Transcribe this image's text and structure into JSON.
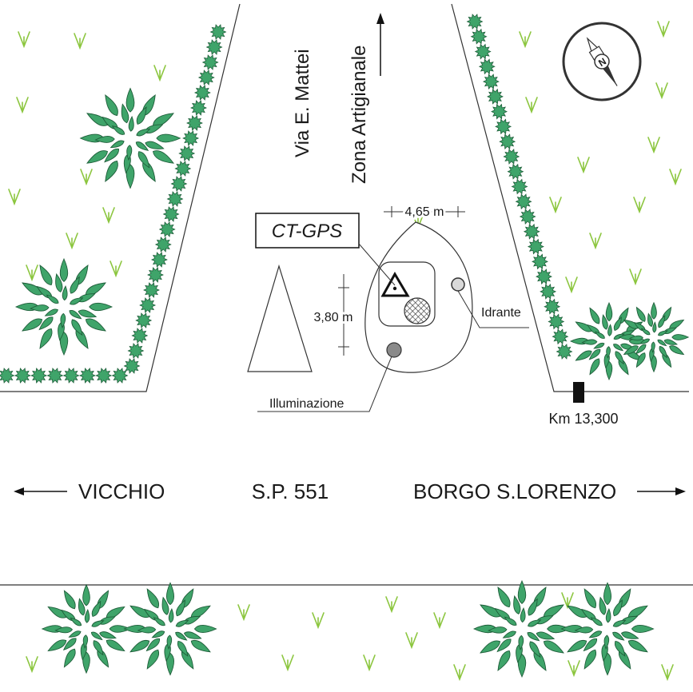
{
  "labels": {
    "street": "Via E. Mattei",
    "zone": "Zona Artigianale",
    "station": "CT-GPS",
    "width_dim": "4,65 m",
    "height_dim": "3,80 m",
    "hydrant": "Idrante",
    "lighting": "Illuminazione",
    "km_marker": "Km 13,300",
    "road": "S.P. 551",
    "west_town": "VICCHIO",
    "east_town": "BORGO S.LORENZO"
  },
  "colors": {
    "shrub_fill": "#3fa46a",
    "hedge_fill": "#3fa46a",
    "grass": "#8cc63f",
    "line": "#333333"
  },
  "icons": [
    "north-compass-icon",
    "north-arrow-icon",
    "gps-benchmark-icon",
    "hydrant-icon",
    "lamp-icon"
  ]
}
